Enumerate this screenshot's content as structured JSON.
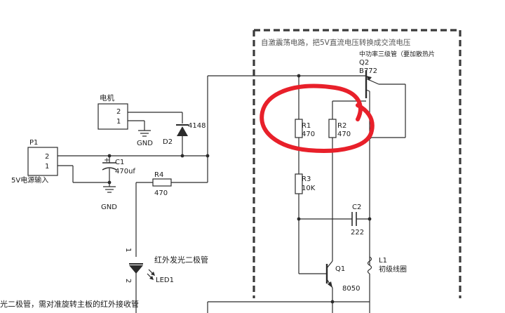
{
  "box_title": "自激震荡电路，把5V直流电压转换成交流电压",
  "q2": {
    "role": "中功率三级管（要加散热片",
    "ref": "Q2",
    "part": "B772"
  },
  "r1": {
    "ref": "R1",
    "value": "470"
  },
  "r2": {
    "ref": "R2",
    "value": "470"
  },
  "r3": {
    "ref": "R3",
    "value": "10K"
  },
  "c2": {
    "ref": "C2",
    "value": "222"
  },
  "l1": {
    "ref": "L1",
    "desc": "初级线圈"
  },
  "q1": {
    "ref": "Q1",
    "part": "8050"
  },
  "motor": {
    "title": "电机",
    "pin2": "2",
    "pin1": "1"
  },
  "gnd1": "GND",
  "d2": {
    "ref": "D2",
    "part": "4148"
  },
  "p1": {
    "ref": "P1",
    "pin2": "2",
    "pin1": "1",
    "desc": "5V电源输入"
  },
  "c1": {
    "ref": "C1",
    "value": "470uf",
    "polarity": "+"
  },
  "gnd2": "GND",
  "r4": {
    "ref": "R4",
    "value": "470"
  },
  "led1": {
    "desc": "红外发光二极管",
    "ref": "LED1",
    "pin1": "1",
    "pin2": "2"
  },
  "bottom_note": "光二极管，需对准旋转主板的红外接收管",
  "colors": {
    "ink": "#2b2b2b",
    "annotation": "#e8202a",
    "dashed_box": "#3a3a3a"
  }
}
